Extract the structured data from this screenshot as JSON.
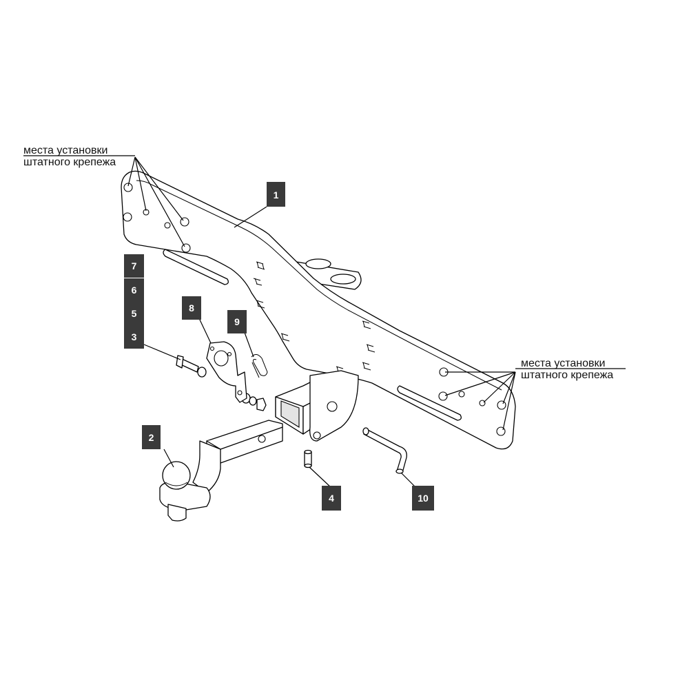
{
  "notes": {
    "left": {
      "line1": "места установки",
      "line2": "штатного крепежа"
    },
    "right": {
      "line1": "места установки",
      "line2": "штатного крепежа"
    }
  },
  "callouts": {
    "c1": "1",
    "c2": "2",
    "c3": "3",
    "c4": "4",
    "c5": "5",
    "c6": "6",
    "c7": "7",
    "c8": "8",
    "c9": "9",
    "c10": "10"
  }
}
